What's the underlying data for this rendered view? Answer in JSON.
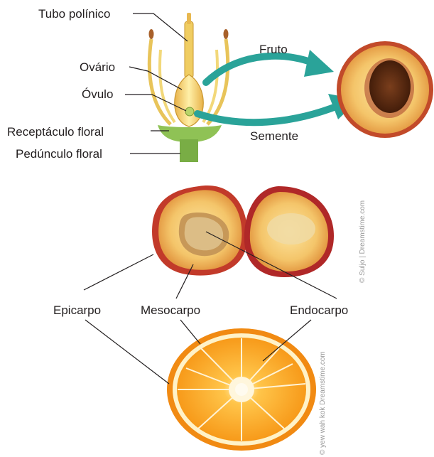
{
  "flower": {
    "labels": {
      "tubo_polinico": "Tubo polínico",
      "ovario": "Ovário",
      "ovulo": "Óvulo",
      "receptaculo": "Receptáculo floral",
      "pedunculo": "Pedúnculo floral"
    }
  },
  "arrows": {
    "fruto": "Fruto",
    "semente": "Semente",
    "color": "#2aa399"
  },
  "fruit_layers": {
    "epicarpo": "Epicarpo",
    "mesocarpo": "Mesocarpo",
    "endocarpo": "Endocarpo"
  },
  "credits": {
    "peach": "© Suljo | Dreamstime.com",
    "orange": "© yew wah kok  Dreamstime.com"
  },
  "icons": [
    "flower-illustration",
    "peach-half-photo",
    "peach-halves-photo",
    "orange-half-photo"
  ]
}
